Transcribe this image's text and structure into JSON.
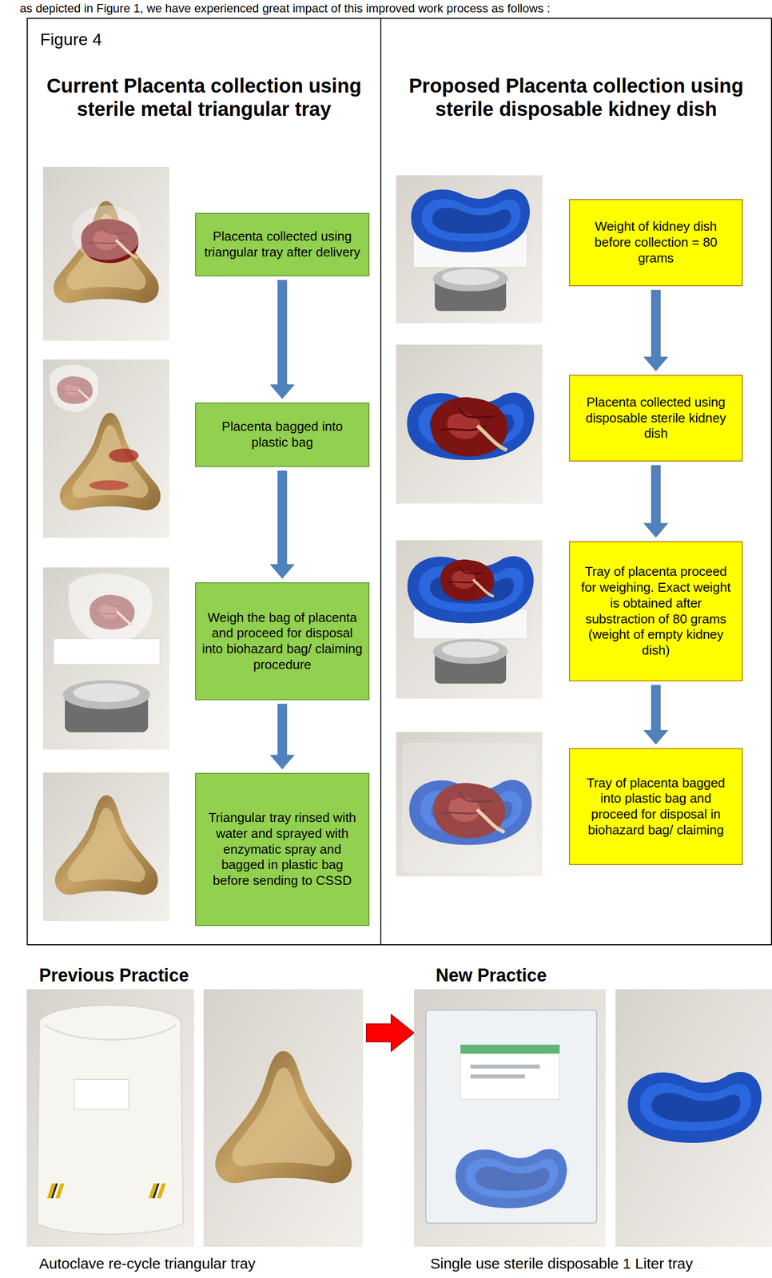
{
  "diagram": {
    "nodes": [
      {
        "text": [
          "Figure 4",
          "Current Placenta collection using sterile metal triangular tray"
        ]
      },
      {
        "text": [
          "Proposed Placenta collection using sterile disposable kidney dish"
        ]
      },
      {
        "text": [
          "Placenta collected using triangular tray after delivery"
        ],
        "in": 0
      },
      {
        "text": [
          "Placenta bagged into plastic bag"
        ],
        "in": 0
      },
      {
        "text": [
          "Weigh the bag of placenta and proceed for disposal into biohazard bag/ claiming procedure"
        ],
        "in": 0
      },
      {
        "text": [
          "Triangular tray rinsed with water and sprayed with enzymatic spray and bagged in plastic bag before sending to CSSD"
        ],
        "in": 0
      },
      {
        "text": [
          "Weight of kidney dish before collection = 80 grams"
        ],
        "in": 1
      },
      {
        "text": [
          "Placenta collected using disposable sterile kidney dish"
        ],
        "in": 1
      },
      {
        "text": [
          "Tray of placenta proceed for weighing. Exact weight is obtained after substraction of 80 grams (weight of empty kidney dish)"
        ],
        "in": 1
      },
      {
        "text": [
          "Tray of placenta bagged into plastic bag and proceed for disposal in biohazard bag/ claiming"
        ],
        "in": 1
      }
    ],
    "edges": [
      {
        "from": 2,
        "to": 3,
        "arrow": "to"
      },
      {
        "from": 3,
        "to": 4,
        "arrow": "to"
      },
      {
        "from": 4,
        "to": 5,
        "arrow": "to"
      },
      {
        "from": 6,
        "to": 7,
        "arrow": "to"
      },
      {
        "from": 7,
        "to": 8,
        "arrow": "to"
      },
      {
        "from": 8,
        "to": 9,
        "arrow": "to"
      }
    ],
    "labels": [
      "as depicted in Figure 1, we have experienced great impact of this improved work process as follows :",
      "Previous Practice",
      "New Practice",
      "Autoclave re-cycle triangular tray",
      "Single use sterile disposable 1 Liter tray"
    ]
  }
}
